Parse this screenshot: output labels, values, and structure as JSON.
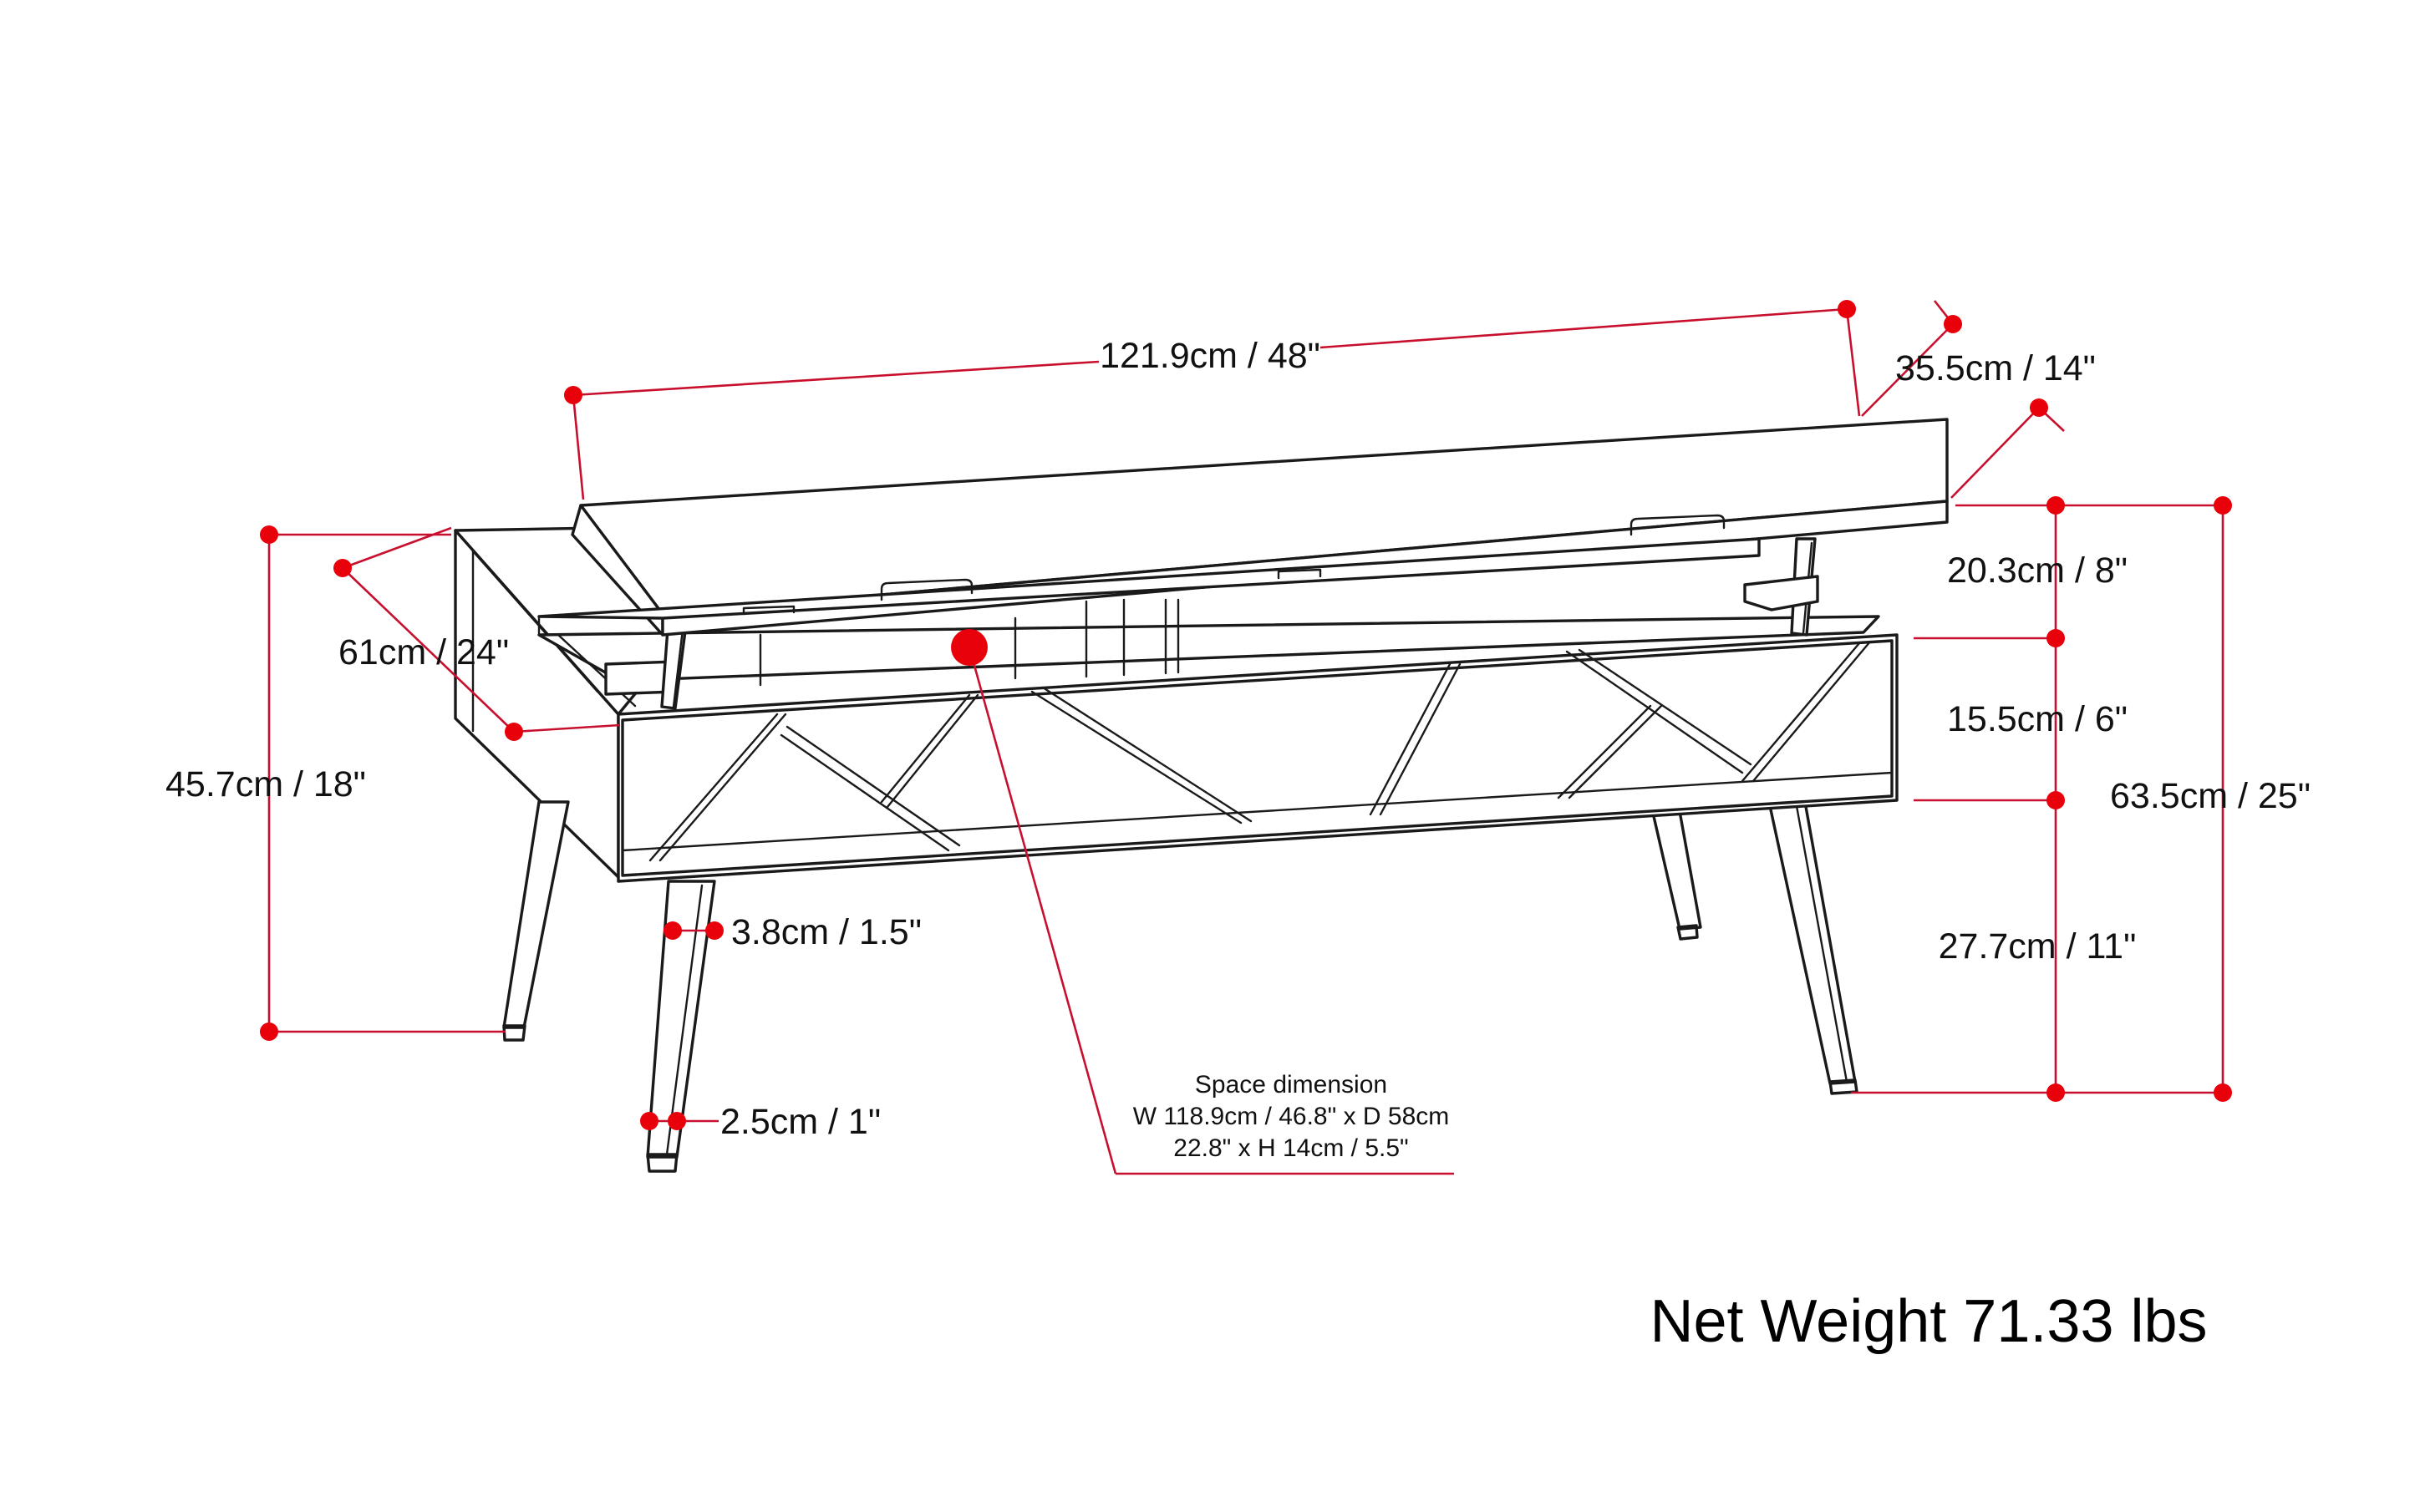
{
  "dimensions": {
    "top_width": "121.9cm / 48\"",
    "top_depth": "35.5cm / 14\"",
    "body_depth": "61cm / 24\"",
    "overall_height": "45.7cm / 18\"",
    "leg_top_width": "3.8cm / 1.5\"",
    "leg_bottom_width": "2.5cm / 1\"",
    "lift_height": "20.3cm / 8\"",
    "body_height": "15.5cm / 6\"",
    "leg_height": "27.7cm / 11\"",
    "max_height": "63.5cm / 25\""
  },
  "space_dimension": {
    "title": "Space dimension",
    "line1": "W 118.9cm / 46.8\" x D 58cm",
    "line2": "22.8\" x H 14cm / 5.5\""
  },
  "net_weight": "Net Weight 71.33 lbs",
  "colors": {
    "dimension": "#e8000b",
    "drawing": "#1a1a1a",
    "background": "#ffffff"
  }
}
